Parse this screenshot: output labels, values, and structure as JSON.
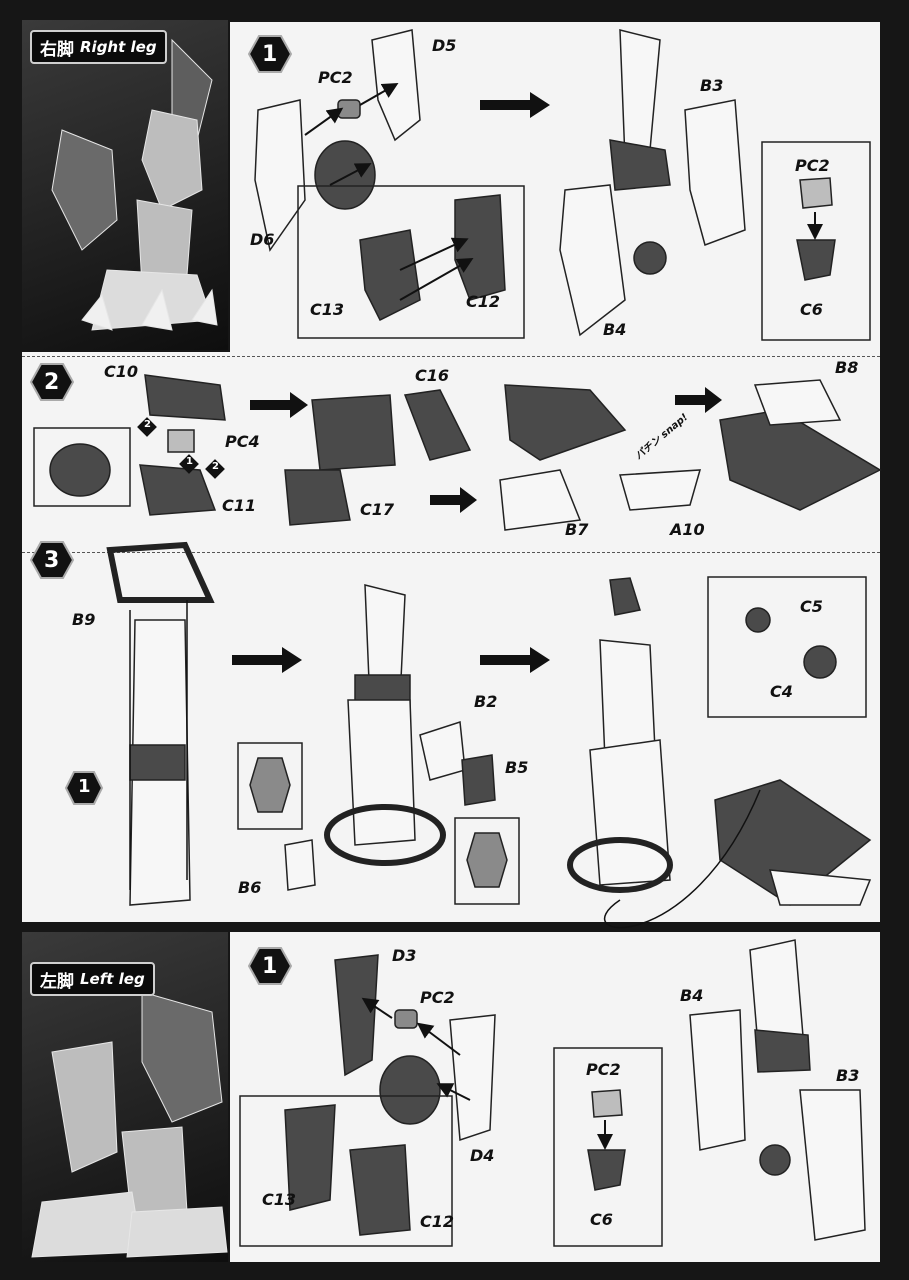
{
  "right_leg": {
    "title_jp": "右脚",
    "title_en": "Right leg",
    "step1": {
      "number": "1",
      "parts": [
        "D5",
        "PC2",
        "D6",
        "C13",
        "C12",
        "B3",
        "PC2",
        "B4",
        "C6"
      ]
    },
    "step2": {
      "number": "2",
      "parts": [
        "C10",
        "PC4",
        "C11",
        "C16",
        "C17",
        "B7",
        "A10",
        "B8"
      ],
      "order_marks": [
        "1",
        "2",
        "2"
      ],
      "sound_label": "パチン snap!"
    },
    "step3": {
      "number": "3",
      "parts": [
        "B9",
        "B2",
        "B5",
        "B6",
        "C5",
        "C4"
      ],
      "ref_step": "1"
    }
  },
  "left_leg": {
    "title_jp": "左脚",
    "title_en": "Left leg",
    "step1": {
      "number": "1",
      "parts": [
        "D3",
        "PC2",
        "D4",
        "C13",
        "C12",
        "B4",
        "B3",
        "PC2",
        "C6"
      ]
    }
  },
  "icons": [
    "step-badge-icon",
    "assembly-arrow-icon",
    "detail-callout-box"
  ]
}
